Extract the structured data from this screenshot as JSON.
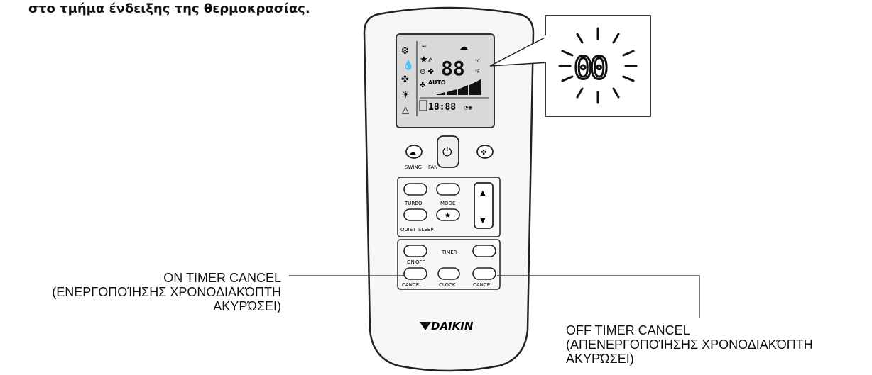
{
  "heading": "στο τμήμα ένδειξης της θερμοκρασίας.",
  "display": {
    "temp_digits": "88",
    "temp_unit_c": "°C",
    "temp_unit_f": "°F",
    "auto_label": "AUTO",
    "clock_digits": "18:88",
    "zoom_digits": "00"
  },
  "buttons": {
    "swing_label": "SWING",
    "fan_label": "FAN",
    "turbo_label": "TURBO",
    "mode_label": "MODE",
    "quiet_label": "QUIET",
    "sleep_label": "SLEEP",
    "timer_label": "TIMER",
    "on_label": "ON",
    "off_label": "OFF",
    "cancel_left_label": "CANCEL",
    "clock_label": "CLOCK",
    "cancel_right_label": "CANCEL",
    "up_glyph": "▲",
    "down_glyph": "▼",
    "star_glyph": "★"
  },
  "brand": {
    "name": "DAIKIN"
  },
  "callouts": {
    "on_timer_cancel": {
      "line1": "ON TIMER CANCEL",
      "line2": "(ΕΝΕΡΓΟΠΟΊΗΣΗΣ ΧΡΟΝΟΔΙΑΚΌΠΤΗ",
      "line3": "ΑΚΥΡΏΣΕΙ)"
    },
    "off_timer_cancel": {
      "line1": "OFF TIMER CANCEL",
      "line2": "(ΑΠΕΝΕΡΓΟΠΟΊΗΣΗΣ ΧΡΟΝΟΔΙΑΚΌΠΤΗ",
      "line3": "ΑΚΥΡΏΣΕΙ)"
    }
  },
  "icons": [
    "snowflake-icon",
    "droplet-icon",
    "fan-icon",
    "sun-icon",
    "swing-icon",
    "power-icon",
    "star-icon",
    "wifi-icon",
    "home-icon",
    "daikin-logo-icon"
  ]
}
